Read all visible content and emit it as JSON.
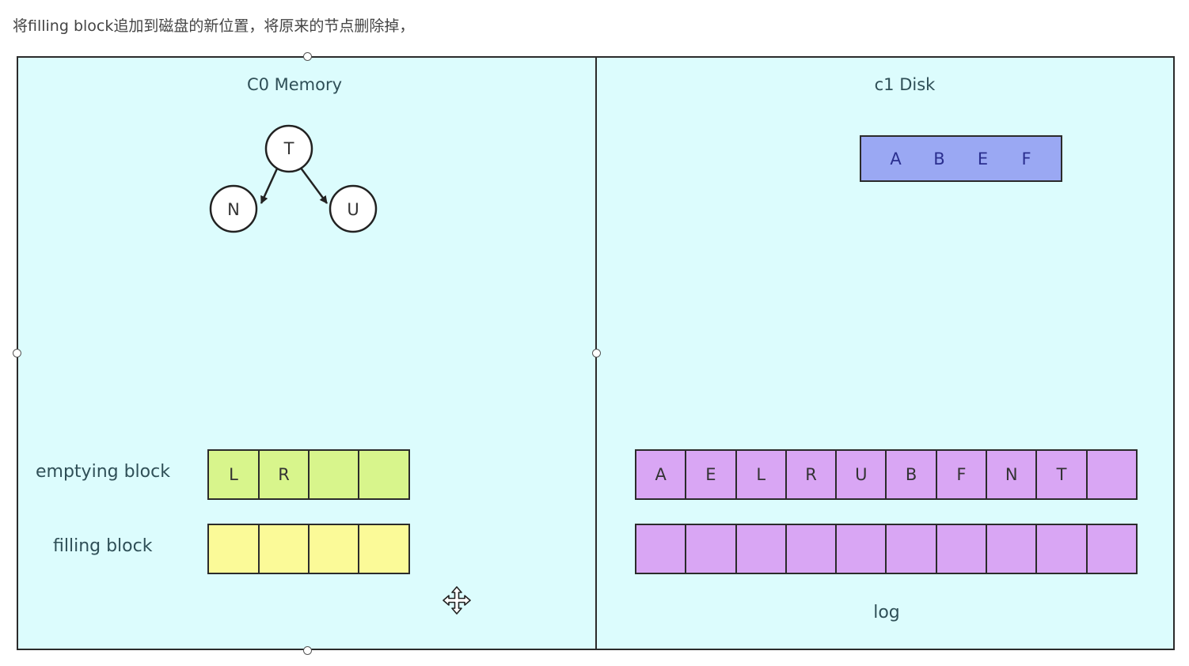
{
  "caption": "将filling block追加到磁盘的新位置，将原来的节点删除掉，",
  "memory": {
    "title": "C0 Memory",
    "tree": {
      "root": "T",
      "left": "N",
      "right": "U"
    },
    "emptying_block": {
      "label": "emptying block",
      "cells": [
        "L",
        "R",
        "",
        ""
      ]
    },
    "filling_block": {
      "label": "filling block",
      "cells": [
        "",
        "",
        "",
        ""
      ]
    }
  },
  "disk": {
    "title": "c1 Disk",
    "block": [
      "A",
      "B",
      "E",
      "F"
    ],
    "log_row1": [
      "A",
      "E",
      "L",
      "R",
      "U",
      "B",
      "F",
      "N",
      "T",
      ""
    ],
    "log_row2": [
      "",
      "",
      "",
      "",
      "",
      "",
      "",
      "",
      "",
      ""
    ],
    "log_label": "log"
  },
  "colors": {
    "canvas_bg": "#dcfcfd",
    "emptying_fill": "#d8f58c",
    "filling_fill": "#fbfa98",
    "disk_block_fill": "#9aa8f3",
    "log_fill": "#d9a6f4"
  },
  "icons": [
    "move-cursor-icon"
  ]
}
